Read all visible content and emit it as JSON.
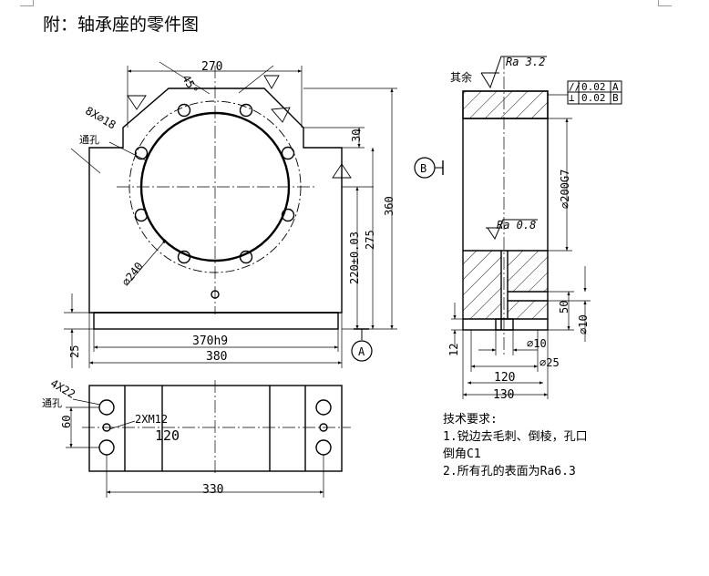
{
  "page_title": "附：轴承座的零件图",
  "front_view": {
    "dim_top_width": "270",
    "dim_chamfer": "45°",
    "dim_hole_circle": "8X⌀18",
    "label_through": "通孔",
    "dim_bore": "⌀240",
    "dim_30": "30",
    "dim_220": "220±0.03",
    "dim_275": "275",
    "dim_360": "360",
    "dim_370": "370h9",
    "dim_380": "380",
    "dim_25": "25",
    "datum_a": "A"
  },
  "side_view": {
    "roughness_top": "Ra 3.2",
    "label_rest": "其余",
    "tolerance_row1_symbol": "//",
    "tolerance_row1_value": "0.02",
    "tolerance_row1_datum": "A",
    "tolerance_row2_symbol": "⊥",
    "tolerance_row2_value": "0.02",
    "tolerance_row2_datum": "B",
    "datum_b": "B",
    "roughness_bore": "Ra 0.8",
    "dim_bore": "⌀200G7",
    "dim_50": "50",
    "dim_phi10_right": "⌀10",
    "dim_phi10_bottom": "⌀10",
    "dim_12": "12",
    "dim_phi25": "⌀25",
    "dim_120": "120",
    "dim_130": "130"
  },
  "top_view": {
    "dim_holes": "4X22",
    "label_through": "通孔",
    "dim_60": "60",
    "dim_thread": "2XM12",
    "dim_120": "120",
    "dim_330": "330"
  },
  "notes": {
    "heading": "技术要求:",
    "line1": "1.锐边去毛刺、倒棱，孔口",
    "line2": "倒角C1",
    "line3": "2.所有孔的表面为Ra6.3"
  }
}
